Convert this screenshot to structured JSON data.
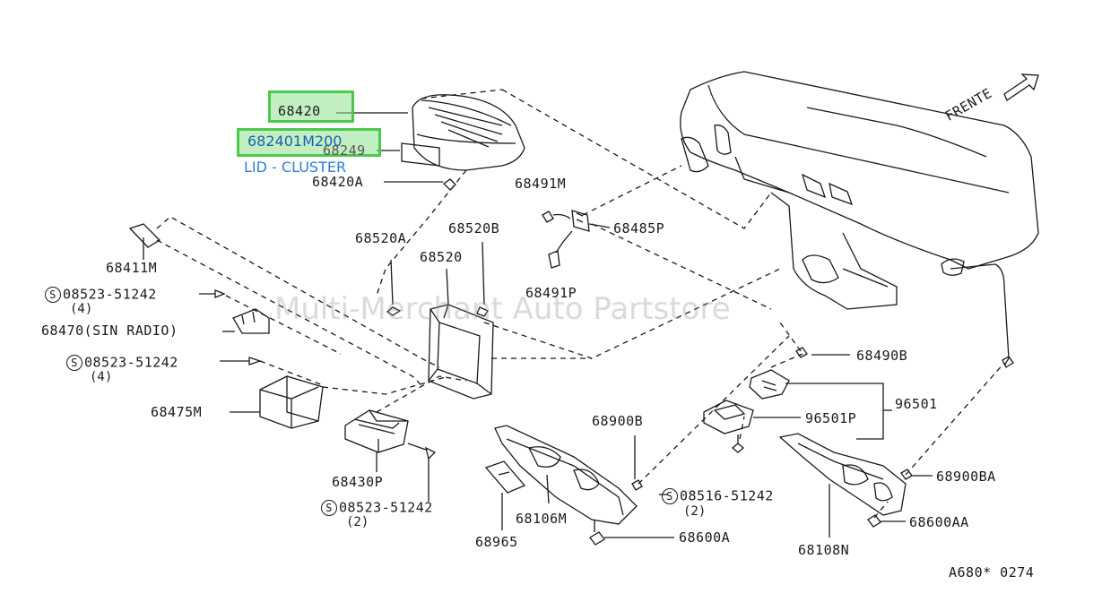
{
  "highlight": {
    "part_number": "682401M200",
    "part_name": "LID - CLUSTER",
    "colors": {
      "box_border": "#4cc94c",
      "box_fill": "#90e290",
      "link_text": "#1a5fb4"
    }
  },
  "direction_label": "FRENTE",
  "watermark": "Multi-Merchant Auto Partstore",
  "figure_code": "A680* 0274",
  "labels": {
    "p68420": "68420",
    "p68249": "68249",
    "p68420A": "68420A",
    "p68491M": "68491M",
    "p68485P": "68485P",
    "p68491P": "68491P",
    "p68411M": "68411M",
    "p68520A": "68520A",
    "p68520B": "68520B",
    "p68520": "68520",
    "screw1": "08523-51242",
    "screw1_qty": "(4)",
    "p68470": "68470(SIN RADIO)",
    "screw2": "08523-51242",
    "screw2_qty": "(4)",
    "p68475M": "68475M",
    "p68430P": "68430P",
    "screw3": "08523-51242",
    "screw3_qty": "(2)",
    "p68490B": "68490B",
    "p96501": "96501",
    "p96501P": "96501P",
    "p68900B": "68900B",
    "screw4": "08516-51242",
    "screw4_qty": "(2)",
    "p68900BA": "68900BA",
    "p68600AA": "68600AA",
    "p68106M": "68106M",
    "p68965": "68965",
    "p68600A": "68600A",
    "p68108N": "68108N"
  },
  "icons": {
    "screw_marker": "circled-s-icon",
    "direction": "arrow-icon"
  }
}
